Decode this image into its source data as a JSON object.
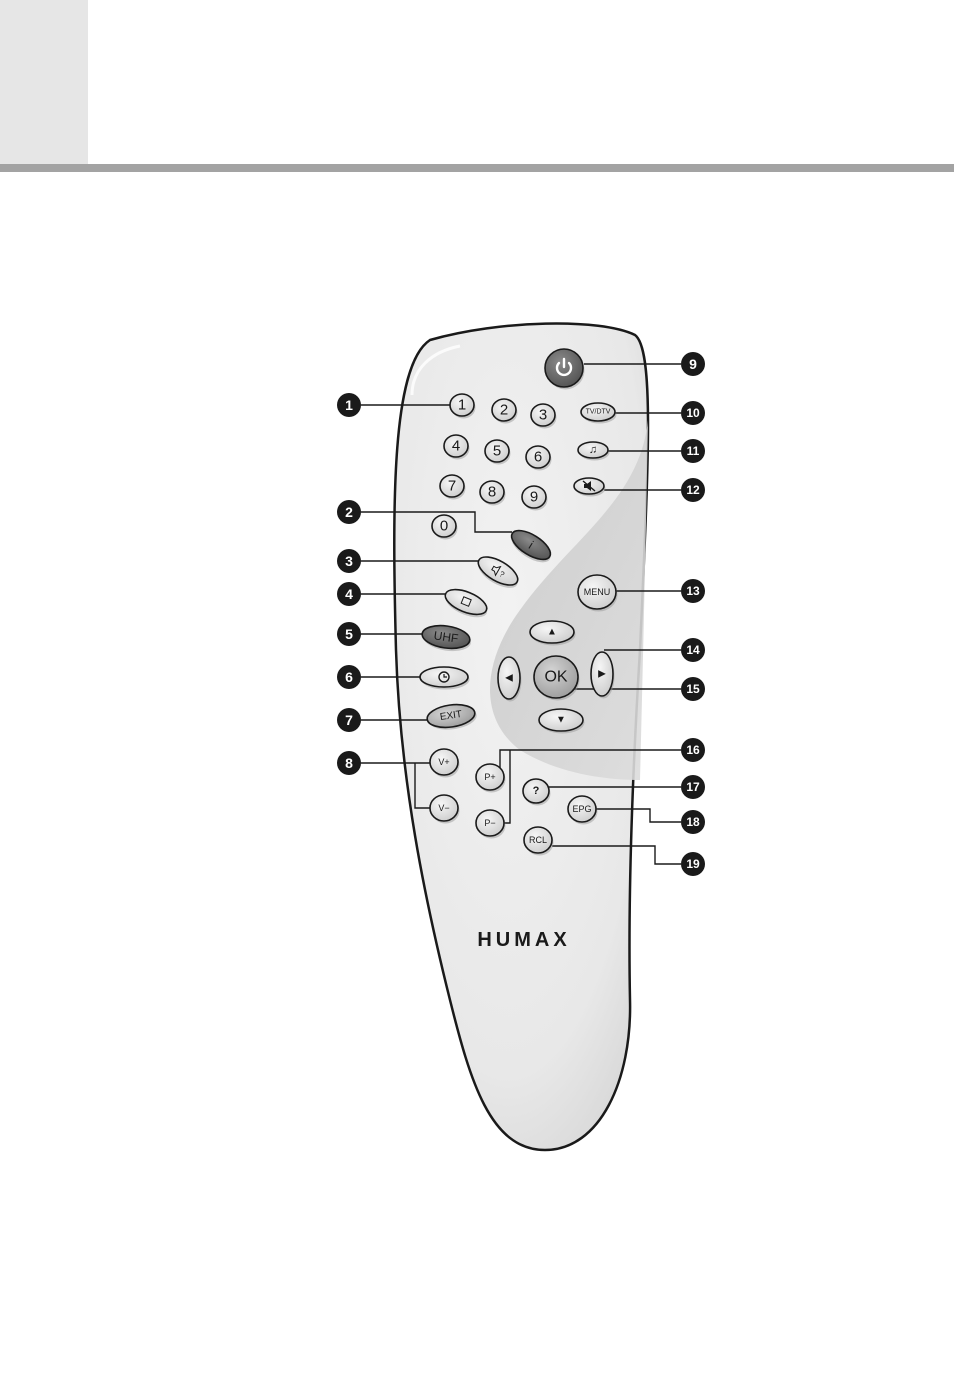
{
  "brand": "HUMAX",
  "buttons": {
    "power": "power-icon",
    "tvdtv": "TV/DTV",
    "audio": "music-note-icon",
    "mute": "mute-icon",
    "digits": [
      "1",
      "2",
      "3",
      "4",
      "5",
      "6",
      "7",
      "8",
      "9",
      "0"
    ],
    "info": "i",
    "subtitle": "speaker-icon",
    "teletext": "teletext-icon",
    "uhf": "UHF",
    "sleep": "clock-icon",
    "exit": "EXIT",
    "vol_up": "V+",
    "vol_down": "V−",
    "menu": "MENU",
    "up": "▲",
    "down": "▼",
    "left": "◀",
    "right": "▶",
    "ok": "OK",
    "prog_up": "P+",
    "prog_down": "P−",
    "help": "?",
    "epg": "EPG",
    "recall": "RCL"
  },
  "callouts": [
    "1",
    "2",
    "3",
    "4",
    "5",
    "6",
    "7",
    "8",
    "9",
    "10",
    "11",
    "12",
    "13",
    "14",
    "15",
    "16",
    "17",
    "18",
    "19"
  ],
  "colors": {
    "background": "#ffffff",
    "header_tab": "#e6e6e6",
    "header_rule": "#a3a3a3",
    "remote_body": "#ececec",
    "remote_shade": "#cfcfcf",
    "button_light": "#e4e4e4",
    "button_dark": "#5a5a5a",
    "outline": "#1a1a1a"
  }
}
